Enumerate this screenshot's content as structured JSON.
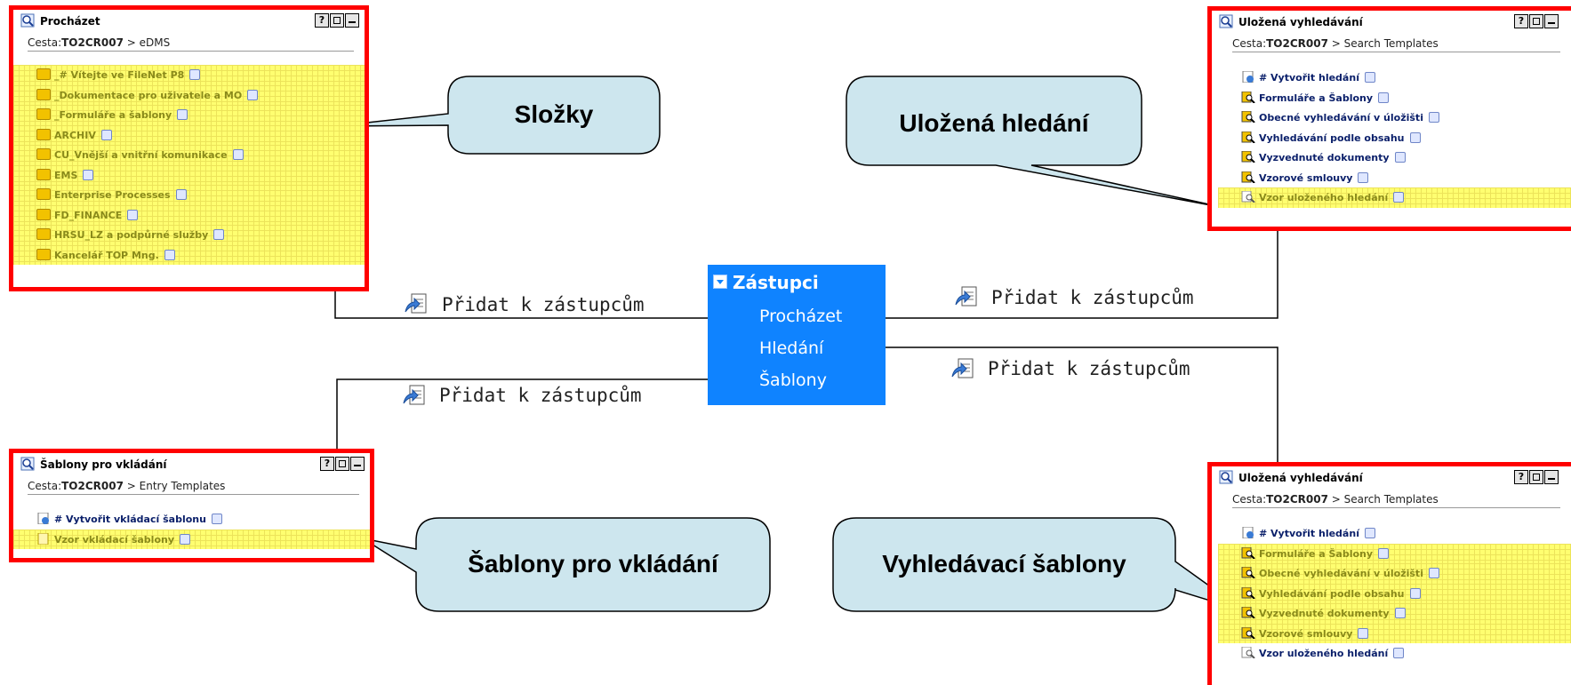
{
  "panels": {
    "browse": {
      "title": "Procházet",
      "path_prefix": "Cesta:",
      "path_repo": "TO2CR007",
      "path_rest": "> eDMS",
      "items": [
        "_# Vítejte ve FileNet P8",
        "_Dokumentace pro uživatele a MO",
        "_Formuláře a šablony",
        "ARCHIV",
        "CU_Vnější a vnitřní komunikace",
        "EMS",
        "Enterprise Processes",
        "FD_FINANCE",
        "HRSU_LZ a podpůrné služby",
        "Kancelář TOP Mng."
      ]
    },
    "entry_templates": {
      "title": "Šablony pro vkládání",
      "path_prefix": "Cesta:",
      "path_repo": "TO2CR007",
      "path_rest": "> Entry Templates",
      "items": [
        "# Vytvořit vkládací šablonu",
        "Vzor vkládací šablony"
      ]
    },
    "saved_top": {
      "title": "Uložená vyhledávání",
      "path_prefix": "Cesta:",
      "path_repo": "TO2CR007",
      "path_rest": "> Search Templates",
      "items": [
        "# Vytvořit hledání",
        "Formuláře a Šablony",
        "Obecné vyhledávání v úložišti",
        "Vyhledávání podle obsahu",
        "Vyzvednuté dokumenty",
        "Vzorové smlouvy",
        "Vzor uloženého hledání"
      ]
    },
    "saved_bottom": {
      "title": "Uložená vyhledávání",
      "path_prefix": "Cesta:",
      "path_repo": "TO2CR007",
      "path_rest": "> Search Templates",
      "items": [
        "# Vytvořit hledání",
        "Formuláře a Šablony",
        "Obecné vyhledávání v úložišti",
        "Vyhledávání podle obsahu",
        "Vyzvednuté dokumenty",
        "Vzorové smlouvy",
        "Vzor uloženého hledání"
      ]
    }
  },
  "callouts": {
    "folders": "Složky",
    "saved_searches": "Uložená hledání",
    "entry_templates": "Šablony pro vkládání",
    "search_templates": "Vyhledávací šablony"
  },
  "zastupci": {
    "title": "Zástupci",
    "items": [
      "Procházet",
      "Hledání",
      "Šablony"
    ]
  },
  "add_label": "Přidat k zástupcům",
  "colors": {
    "panel_border": "#ff0000",
    "highlight": "#ffff70",
    "callout_fill": "#cde6ee",
    "zastupci_bg": "#0f83ff"
  }
}
